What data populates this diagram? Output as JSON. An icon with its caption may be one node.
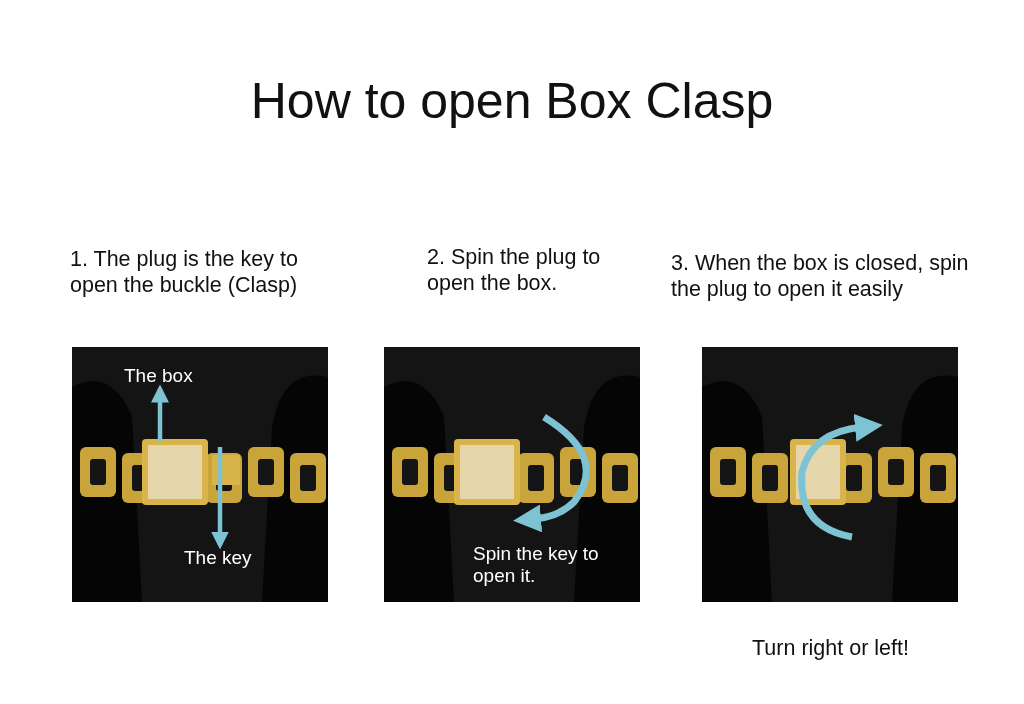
{
  "diagram": {
    "title": "How to open Box Clasp",
    "nodes": [
      {
        "text": [],
        "shape": "picture",
        "beside": [
          "1. The plug is the key to open the buckle (Clasp)"
        ]
      },
      {
        "text": [
          "The box"
        ],
        "in": 0
      },
      {
        "text": [
          "The key"
        ],
        "in": 0
      },
      {
        "text": [],
        "shape": "picture",
        "beside": [
          "2. Spin the plug to open the box."
        ]
      },
      {
        "text": [
          "Spin the key to open it."
        ],
        "in": 3
      },
      {
        "text": [],
        "shape": "picture",
        "beside": [
          "3. When the box is closed, spin the plug to open it easily",
          "Turn right or left!"
        ]
      }
    ],
    "edges": [
      {
        "from": null,
        "to": 1,
        "arrow": "to"
      },
      {
        "from": null,
        "to": 2,
        "arrow": "to"
      }
    ]
  }
}
